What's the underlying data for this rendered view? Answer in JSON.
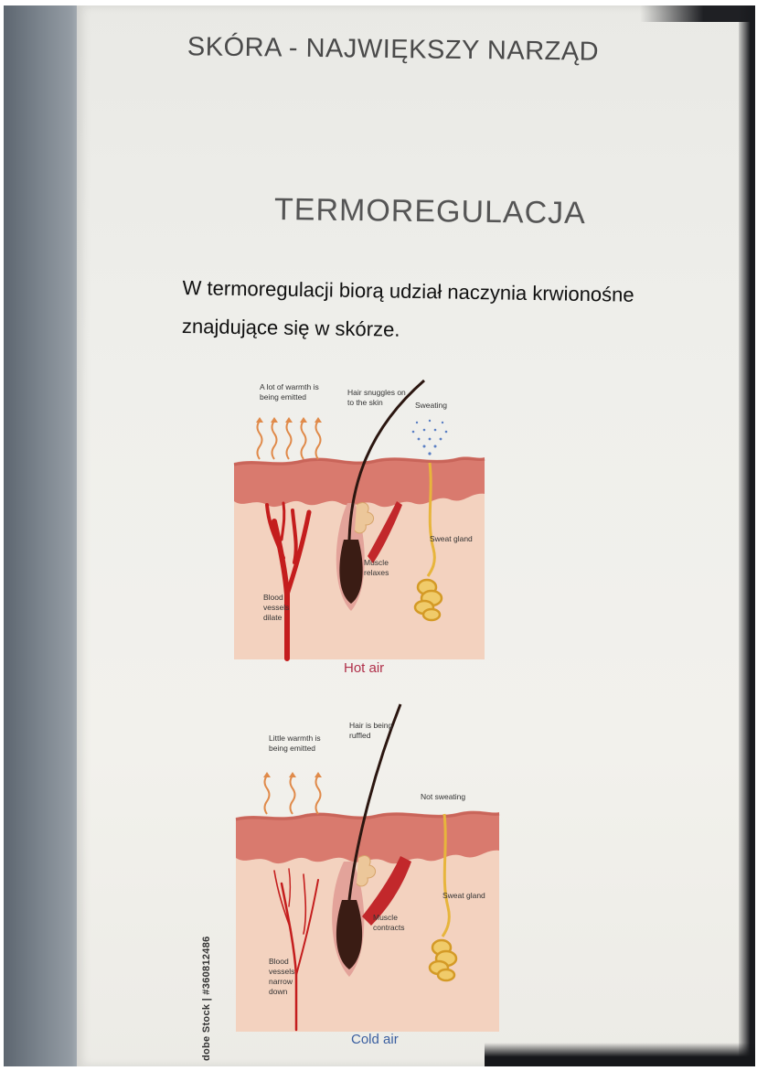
{
  "page": {
    "title": "SKÓRA - NAJWIĘKSZY NARZĄD",
    "subtitle": "TERMOREGULACJA",
    "intro": "W termoregulacji biorą udział naczynia krwionośne znajdujące się w skórze."
  },
  "hot_figure": {
    "caption": "Hot air",
    "caption_color": "#b0304a",
    "labels": {
      "warmth": "A lot of warmth is\nbeing emitted",
      "hair": "Hair snuggles on\nto the skin",
      "sweat": "Sweating",
      "gland": "Sweat gland",
      "muscle": "Muscle\nrelaxes",
      "vessels": "Blood\nvessels\ndilate"
    }
  },
  "cold_figure": {
    "caption": "Cold air",
    "caption_color": "#3a5fa0",
    "labels": {
      "warmth": "Little warmth is\nbeing emitted",
      "hair": "Hair is being\nruffled",
      "sweat": "Not sweating",
      "gland": "Sweat gland",
      "muscle": "Muscle\ncontracts",
      "vessels": "Blood\nvessels\nnarrow\ndown"
    }
  },
  "watermark": "dobe Stock | #360812486",
  "colors": {
    "epidermis": "#d97a6e",
    "dermis": "#f3d2bf",
    "vessel": "#c41d1d",
    "gland": "#e7b53c"
  }
}
